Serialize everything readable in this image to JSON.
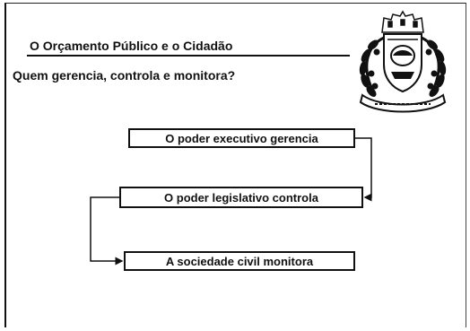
{
  "slide": {
    "title": "O Orçamento Público e o Cidadão",
    "subtitle": "Quem gerencia, controla e monitora?"
  },
  "flow": {
    "steps": [
      "O poder executivo gerencia",
      "O poder legislativo controla",
      "A sociedade civil monitora"
    ]
  },
  "crest": {
    "icon": "municipal-coat-of-arms"
  }
}
